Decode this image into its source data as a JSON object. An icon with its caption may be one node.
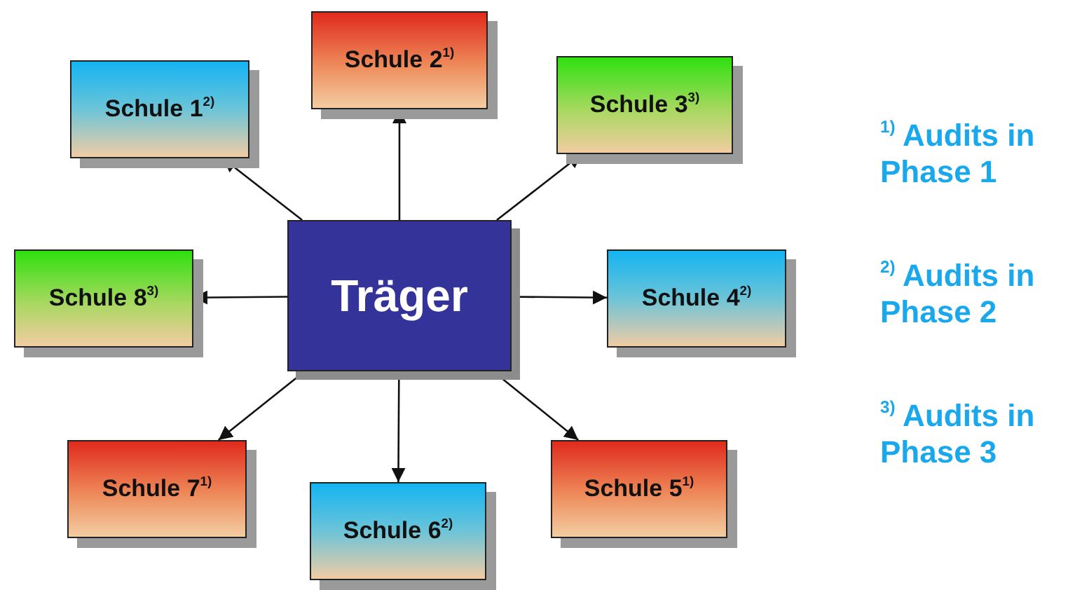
{
  "diagram": {
    "nodes": [
      {
        "text": [
          "Schule 2$^{1)}$"
        ]
      },
      {
        "text": [
          "Schule 1$^{2)}$"
        ]
      },
      {
        "text": [
          "Schule 3$^{3)}$"
        ]
      },
      {
        "text": [
          "Schule 8$^{3)}$"
        ]
      },
      {
        "text": [
          "Träger"
        ]
      },
      {
        "text": [
          "Schule 4$^{2)}$"
        ]
      },
      {
        "text": [
          "Schule 7$^{1)}$"
        ]
      },
      {
        "text": [
          "Schule 5$^{1)}$"
        ]
      },
      {
        "text": [
          "Schule 6$^{2)}$"
        ]
      }
    ],
    "edges": [
      {
        "from": 4,
        "to": 0,
        "arrow": "to"
      },
      {
        "from": 4,
        "to": 1,
        "arrow": "to"
      },
      {
        "from": 4,
        "to": 2,
        "arrow": "to"
      },
      {
        "from": 4,
        "to": 3,
        "arrow": "to"
      },
      {
        "from": 4,
        "to": 5,
        "arrow": "to"
      },
      {
        "from": 4,
        "to": 6,
        "arrow": "to"
      },
      {
        "from": 4,
        "to": 7,
        "arrow": "to"
      },
      {
        "from": 4,
        "to": 8,
        "arrow": "to"
      }
    ],
    "labels": [
      "$^{1)}$ Audits in Phase 1",
      "$^{2)}$ Audits in Phase 2",
      "$^{3)}$ Audits in Phase 3"
    ]
  }
}
